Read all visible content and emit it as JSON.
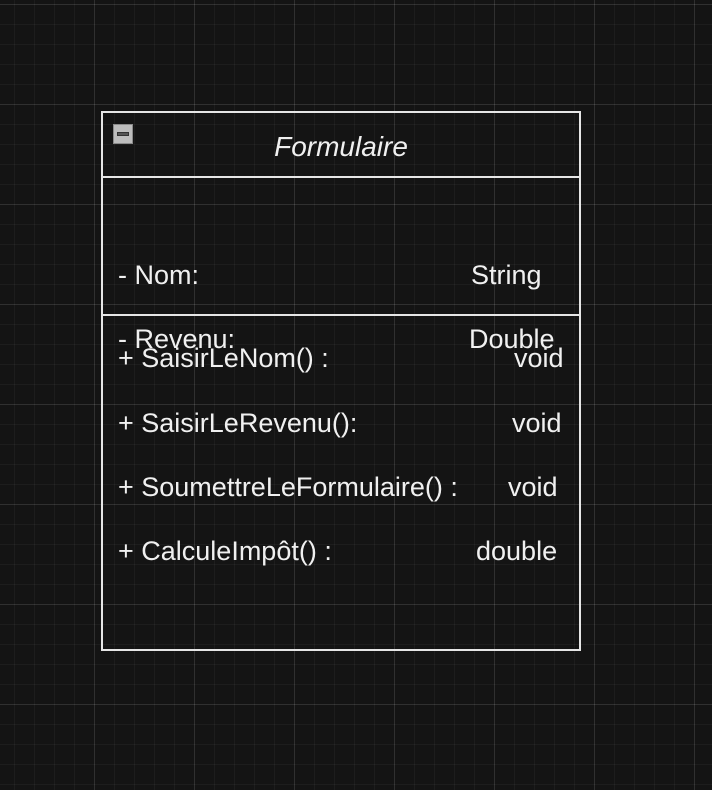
{
  "class": {
    "name": "Formulaire",
    "attributes": [
      {
        "label": "- Nom:",
        "type": "String"
      },
      {
        "label": "- Revenu:",
        "type": "Double"
      }
    ],
    "methods": [
      {
        "label": "+ SaisirLeNom() :",
        "type": "void"
      },
      {
        "label": "+ SaisirLeRevenu():",
        "type": "void"
      },
      {
        "label": "+ SoumettreLeFormulaire() :",
        "type": "void"
      },
      {
        "label": "+ CalculeImpôt() :",
        "type": "double"
      }
    ]
  }
}
